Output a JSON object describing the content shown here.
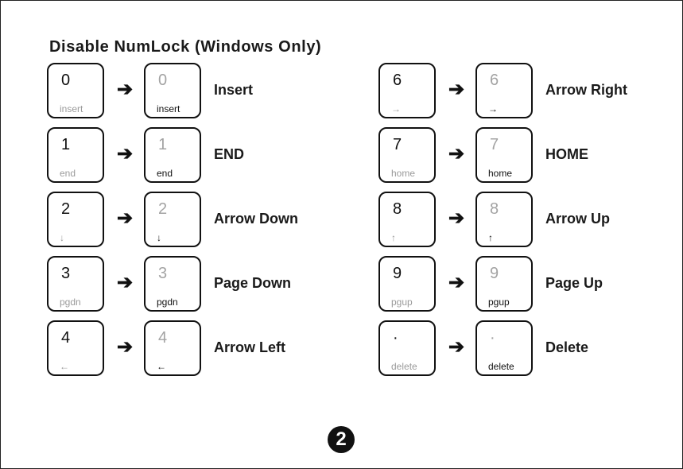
{
  "title": "Disable NumLock (Windows Only)",
  "arrow_glyph": "➔",
  "left_column": [
    {
      "num": "0",
      "sub": "insert",
      "label": "Insert"
    },
    {
      "num": "1",
      "sub": "end",
      "label": "END"
    },
    {
      "num": "2",
      "sub": "↓",
      "label": "Arrow Down"
    },
    {
      "num": "3",
      "sub": "pgdn",
      "label": "Page Down"
    },
    {
      "num": "4",
      "sub": "←",
      "label": "Arrow Left"
    }
  ],
  "right_column": [
    {
      "num": "6",
      "sub": "→",
      "label": "Arrow Right"
    },
    {
      "num": "7",
      "sub": "home",
      "label": "HOME"
    },
    {
      "num": "8",
      "sub": "↑",
      "label": "Arrow Up"
    },
    {
      "num": "9",
      "sub": "pgup",
      "label": "Page Up"
    },
    {
      "num": "·",
      "sub": "delete",
      "label": "Delete"
    }
  ],
  "page_number": "2"
}
